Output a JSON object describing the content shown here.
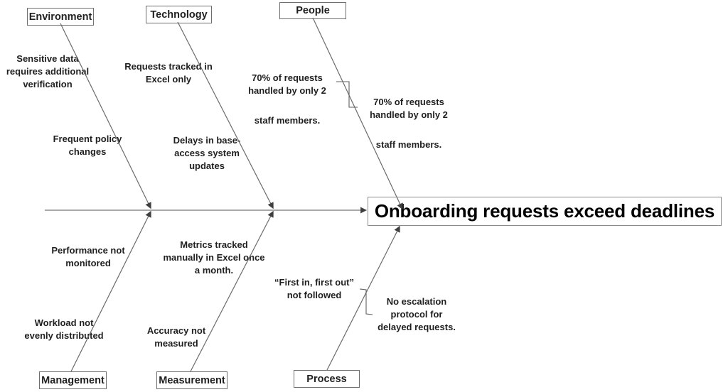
{
  "colors": {
    "spine": "#9b9b9b",
    "bone": "#6b6b6b",
    "connector": "#5f5f5f",
    "box_border": "#6e6e6e",
    "head_border": "#8c8c8c",
    "text": "#1f1f1f"
  },
  "effect": {
    "label": "Onboarding requests exceed deadlines"
  },
  "branches": {
    "environment": {
      "label": "Environment",
      "causes": [
        "Sensitive data\nrequires additional\nverification",
        "Frequent policy\nchanges"
      ]
    },
    "technology": {
      "label": "Technology",
      "causes": [
        "Requests tracked in\nExcel only",
        "Delays in base-\naccess system\nupdates"
      ]
    },
    "people": {
      "label": "People",
      "causes": [
        {
          "main": "70% of requests\nhandled by only 2",
          "tail": "staff members."
        },
        {
          "main": "70% of requests\nhandled by only 2",
          "tail": "staff members."
        }
      ]
    },
    "management": {
      "label": "Management",
      "causes": [
        "Performance not\nmonitored",
        "Workload not\nevenly distributed"
      ]
    },
    "measurement": {
      "label": "Measurement",
      "causes": [
        "Metrics tracked\nmanually in Excel once\na month.",
        "Accuracy not\nmeasured"
      ]
    },
    "process": {
      "label": "Process",
      "causes": [
        "“First in, first out”\nnot followed",
        "No escalation\nprotocol for\ndelayed requests."
      ]
    }
  }
}
